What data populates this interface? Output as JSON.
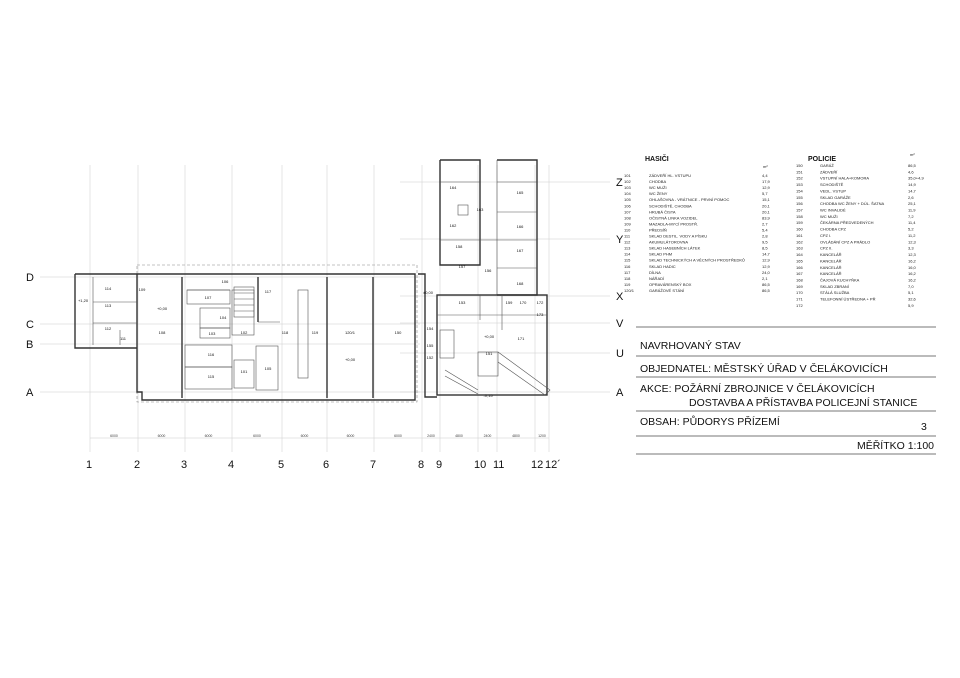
{
  "axes": {
    "columns": [
      "1",
      "2",
      "3",
      "4",
      "5",
      "6",
      "7",
      "8",
      "9",
      "10",
      "11",
      "12",
      "12´"
    ],
    "rows_left": [
      "D",
      "C",
      "B",
      "A"
    ],
    "rows_right": [
      "Z",
      "Y",
      "X",
      "V",
      "U",
      "A"
    ],
    "dimensions": [
      "6000",
      "6000",
      "6000",
      "6000",
      "6000",
      "6000",
      "6000",
      "2400",
      "4800",
      "2400",
      "4800",
      "1200"
    ]
  },
  "rooms_left": [
    "114",
    "113",
    "112",
    "111",
    "109",
    "108",
    "106",
    "107",
    "104",
    "103",
    "102",
    "117",
    "118",
    "119",
    "120/1",
    "150",
    "116",
    "115",
    "101",
    "105"
  ],
  "rooms_right": [
    "164",
    "163",
    "162",
    "165",
    "166",
    "167",
    "168",
    "158",
    "157",
    "156",
    "153",
    "159",
    "170",
    "172",
    "173",
    "154",
    "155",
    "152",
    "151",
    "171"
  ],
  "levels": [
    "+0,00",
    "+1,20",
    "+0,00",
    "±0,00",
    "+0,00",
    "-0,15"
  ],
  "hasici": {
    "title": "HASIČI",
    "unit": "m²",
    "rows": [
      [
        "101",
        "ZÁDVEŘÍ HL. VSTUPU",
        "4,4"
      ],
      [
        "102",
        "CHODBA",
        "17,9"
      ],
      [
        "103",
        "WC MUŽI",
        "12,9"
      ],
      [
        "104",
        "WC ŽENY",
        "5,7"
      ],
      [
        "105",
        "OHLAŠOVNA - VRÁTNICE - PRVNÍ POMOC",
        "15,1"
      ],
      [
        "106",
        "SCHODIŠTĚ, CHODBA",
        "20,1"
      ],
      [
        "107",
        "HRUBÁ ČISTA",
        "20,1"
      ],
      [
        "108",
        "OČISTNÁ LINKA VOZIDEL",
        "83,9"
      ],
      [
        "109",
        "MAZADLA-MYCÍ PROSTŘ.",
        "2,7"
      ],
      [
        "110",
        "PŘEDSÍŇ",
        "5,4"
      ],
      [
        "111",
        "SKLAD DESTIL. VODY A PÍSKU",
        "2,8"
      ],
      [
        "112",
        "AKUMULÁTOROVNA",
        "9,5"
      ],
      [
        "113",
        "SKLAD HASEBNÍCH LÁTEK",
        "8,5"
      ],
      [
        "114",
        "SKLAD PHM",
        "14,7"
      ],
      [
        "115",
        "SKLAD TECHNICKÝCH A VĚCNÝCH PROSTŘEDKŮ",
        "12,9"
      ],
      [
        "116",
        "SKLAD HADIC",
        "12,9"
      ],
      [
        "117",
        "DÍLNA",
        "24,0"
      ],
      [
        "118",
        "NÁŘADÍ",
        "2,1"
      ],
      [
        "119",
        "OPRAVÁRENSKÝ BOX",
        "86,5"
      ],
      [
        "120/1",
        "GARÁŽOVÉ STÁNÍ",
        "86,5"
      ]
    ]
  },
  "policie": {
    "title": "POLICIE",
    "unit": "m²",
    "rows": [
      [
        "150",
        "GARÁŽ",
        "86,5"
      ],
      [
        "151",
        "ZÁDVEŘÍ",
        "4,6"
      ],
      [
        "152",
        "VSTUPNÍ HALA+KOMORA",
        "35,0+4,9"
      ],
      [
        "153",
        "SCHODIŠTĚ",
        "14,9"
      ],
      [
        "154",
        "VEDL. VSTUP",
        "14,7"
      ],
      [
        "155",
        "SKLAD GARÁŽE",
        "2,6"
      ],
      [
        "156",
        "CHODBA WC ŽENY + DÚL. ŠATNA",
        "25,1"
      ],
      [
        "157",
        "WC INVALIDÉ",
        "11,9"
      ],
      [
        "158",
        "WC MUŽI",
        "7,2"
      ],
      [
        "159",
        "ČEKÁRNA PŘEDVEDENÝCH",
        "11,4"
      ],
      [
        "160",
        "CHODBA CPZ",
        "5,2"
      ],
      [
        "161",
        "CPZ I.",
        "11,2"
      ],
      [
        "162",
        "OVLÁDÁNÍ CPZ A PRÁDLO",
        "12,3"
      ],
      [
        "163",
        "CPZ II.",
        "3,3"
      ],
      [
        "164",
        "KANCELÁŘ",
        "12,3"
      ],
      [
        "165",
        "KANCELÁŘ",
        "16,2"
      ],
      [
        "166",
        "KANCELÁŘ",
        "16,0"
      ],
      [
        "167",
        "KANCELÁŘ",
        "16,2"
      ],
      [
        "168",
        "ČAJOVÁ KUCHYŇKA",
        "16,2"
      ],
      [
        "169",
        "SKLAD ZBRANÍ",
        "7,0"
      ],
      [
        "170",
        "STÁLÁ SLUŽBA",
        "5,1"
      ],
      [
        "171",
        "TELEFONNÍ ÚSTŘEDNA + PŘ",
        "32,6"
      ],
      [
        "172",
        "",
        "5,9"
      ]
    ]
  },
  "titleblock": {
    "state": "NAVRHOVANÝ STAV",
    "client": "OBJEDNATEL: MĚSTSKÝ ÚŘAD V ČELÁKOVICÍCH",
    "project_line1": "AKCE: POŽÁRNÍ ZBROJNICE V ČELÁKOVICÍCH",
    "project_line2": "DOSTAVBA A PŘÍSTAVBA POLICEJNÍ STANICE",
    "content": "OBSAH: PŮDORYS PŘÍZEMÍ",
    "sheet": "3",
    "scale": "MĚŘÍTKO 1:100"
  }
}
